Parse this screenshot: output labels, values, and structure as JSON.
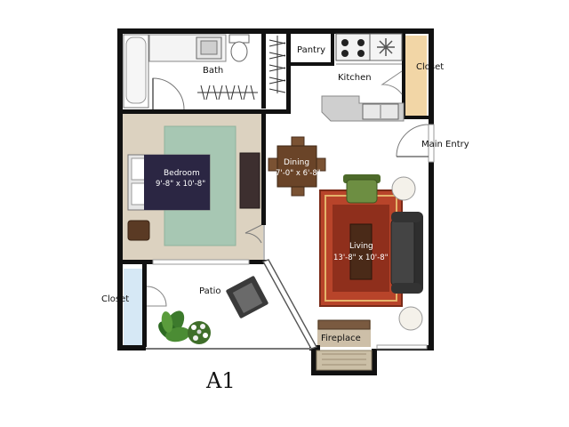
{
  "plan": {
    "unit_name": "A1",
    "rooms": {
      "bath": "Bath",
      "pantry": "Pantry",
      "kitchen": "Kitchen",
      "closet_top": "Closet",
      "main_entry": "Main Entry",
      "dining": "Dining",
      "dining_dim": "7'-0\" x 6'-8\"",
      "bedroom": "Bedroom",
      "bedroom_dim": "9'-8\" x 10'-8\"",
      "living": "Living",
      "living_dim": "13'-8\" x 10'-8\"",
      "patio": "Patio",
      "closet_left": "Closet",
      "fireplace": "Fireplace"
    },
    "colors": {
      "wall": "#111111",
      "bedroom_floor": "#dcd2c0",
      "rug_bedroom": "#a7c7b3",
      "duvet": "#2b2643",
      "rug_living": "#b8442a",
      "rug_living_inner": "#8f2f1c",
      "closet_wood": "#f2d6a6",
      "closet_blue": "#d6e8f5",
      "armchair_green": "#6d8e42",
      "sofa": "#444444",
      "table_wood": "#6a4428"
    }
  }
}
